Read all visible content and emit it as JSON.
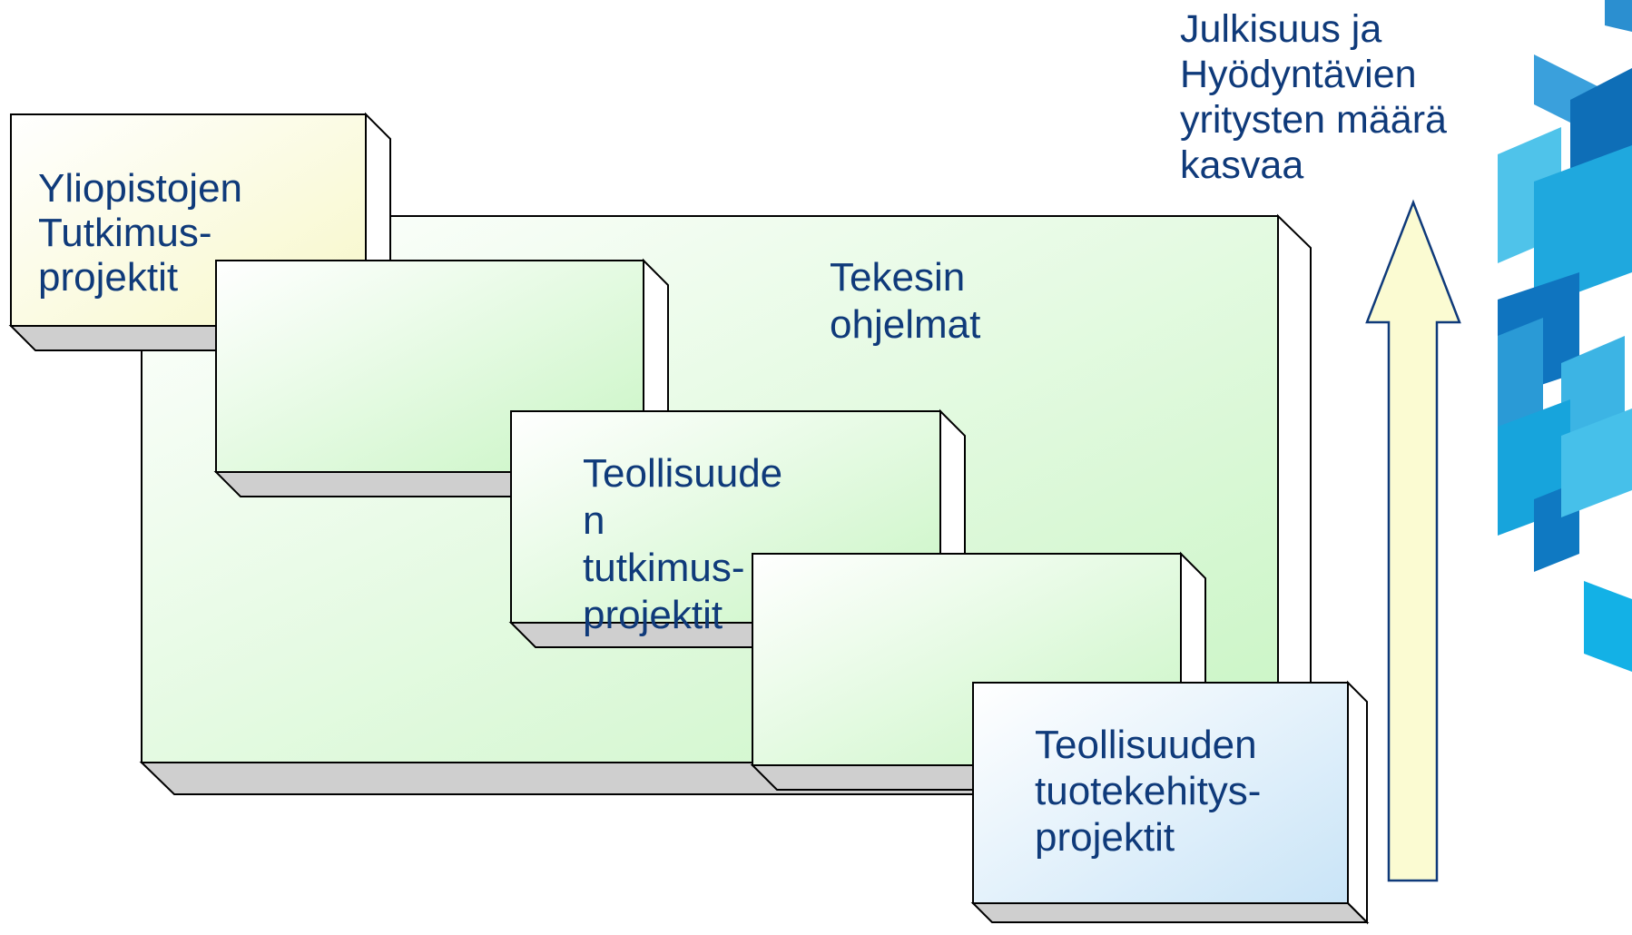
{
  "diagram": {
    "boxes": {
      "university_research": {
        "lines": [
          "Yliopistojen",
          "Tutkimus-",
          "projektit"
        ]
      },
      "tekes_programs": {
        "lines": [
          "Tekesin",
          "ohjelmat"
        ]
      },
      "industry_research": {
        "lines": [
          "Teollisuude",
          "n",
          "tutkimus-",
          "projektit"
        ]
      },
      "industry_development": {
        "lines": [
          "Teollisuuden",
          "tuotekehitys-",
          "projektit"
        ]
      }
    },
    "arrow_caption": {
      "lines": [
        "Julkisuus ja",
        "Hyödyntävien",
        "yritysten määrä",
        "kasvaa"
      ]
    }
  },
  "colors": {
    "text": "#0f3a7a",
    "outline": "#000000",
    "box_side": "#ffffff",
    "box_bottom": "#cfcfcf",
    "green_light": "#ffffff",
    "green_dark": "#c9f5c4",
    "yellow_light": "#ffffff",
    "yellow_dark": "#f7f7c8",
    "blue_light": "#ffffff",
    "blue_dark": "#c9e4f7",
    "arrow_fill": "#fbfbd2"
  }
}
